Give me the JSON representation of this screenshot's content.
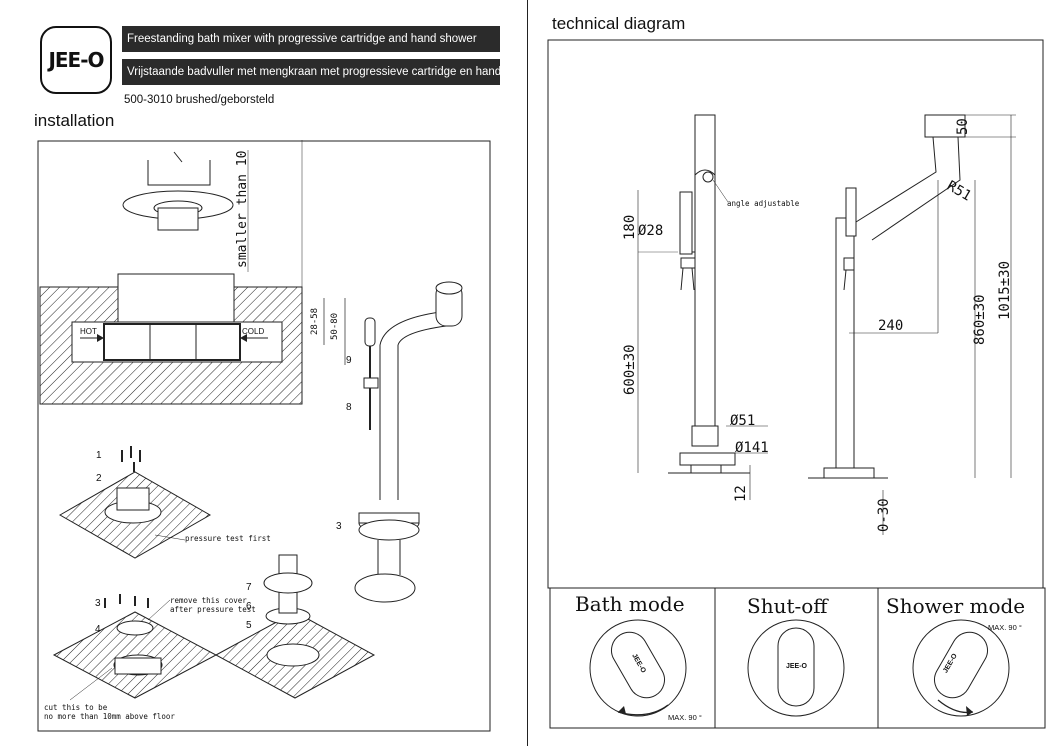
{
  "header": {
    "logo": "JEE-O",
    "title_en": "Freestanding bath mixer with progressive cartridge and hand shower",
    "title_nl": "Vrijstaande badvuller met mengkraan met progressieve cartridge en handdouche",
    "sku": "500-3010 brushed/geborsteld"
  },
  "installation": {
    "heading": "installation",
    "labels": {
      "smaller": "smaller than 10",
      "dim_28_58": "28-58",
      "dim_50_80": "50-80",
      "hot": "HOT",
      "cold": "COLD",
      "pressure": "pressure test first",
      "remove_1": "remove this cover",
      "remove_2": "after pressure test",
      "cut_1": "cut this to be",
      "cut_2": "no more than 10mm above floor"
    },
    "steps": [
      "1",
      "2",
      "3",
      "4",
      "5",
      "6",
      "7",
      "8",
      "9",
      "3"
    ]
  },
  "technical": {
    "heading": "technical diagram",
    "labels": {
      "angle": "angle adjustable",
      "d180": "180",
      "d28": "Ø28",
      "d600": "600±30",
      "d51": "Ø51",
      "d141": "Ø141",
      "d12": "12",
      "d50": "50",
      "r51": "R51",
      "d240": "240",
      "d860": "860±30",
      "d1015": "1015±30",
      "d0_30": "0-30"
    }
  },
  "modes": {
    "bath": "Bath mode",
    "shutoff": "Shut-off",
    "shower": "Shower mode",
    "max_bath": "MAX. 90 °",
    "max_shower": "MAX. 90 °",
    "knob_logo": "JEE-O"
  }
}
